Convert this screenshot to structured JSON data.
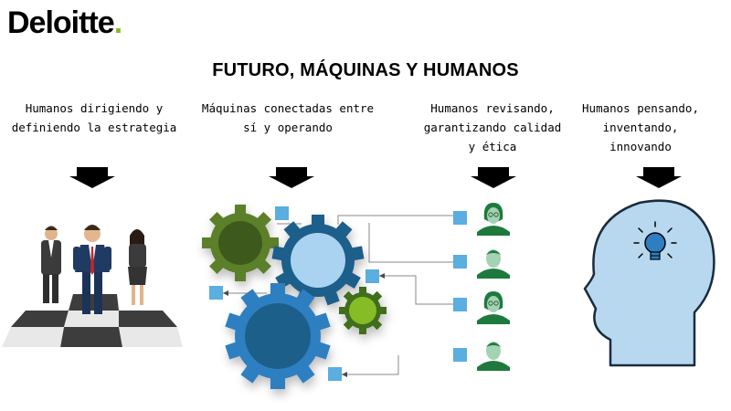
{
  "brand": {
    "name": "Deloitte",
    "dot": ".",
    "accent": "#86bc25"
  },
  "title": "FUTURO, MÁQUINAS Y HUMANOS",
  "columns": [
    {
      "lines": [
        "Humanos dirigiendo y",
        "definiendo la estrategia"
      ],
      "icon": "business-people-chessboard-icon"
    },
    {
      "lines": [
        "Máquinas conectadas entre",
        "sí y operando"
      ],
      "icon": "gears-network-icon"
    },
    {
      "lines": [
        "Humanos revisando,",
        "garantizando calidad",
        "y ética"
      ],
      "icon": "reviewers-icon"
    },
    {
      "lines": [
        "Humanos pensando,",
        "inventando,",
        "innovando"
      ],
      "icon": "head-lightbulb-icon"
    }
  ],
  "colors": {
    "gear_green_dark": "#5b7f2a",
    "gear_blue_dark": "#1f5f8b",
    "gear_blue_light": "#2d7fc1",
    "gear_green_light": "#5d9a2e",
    "connector": "#5aaee0",
    "person_green": "#1e7a3c",
    "head_fill": "#b8d8ef"
  }
}
